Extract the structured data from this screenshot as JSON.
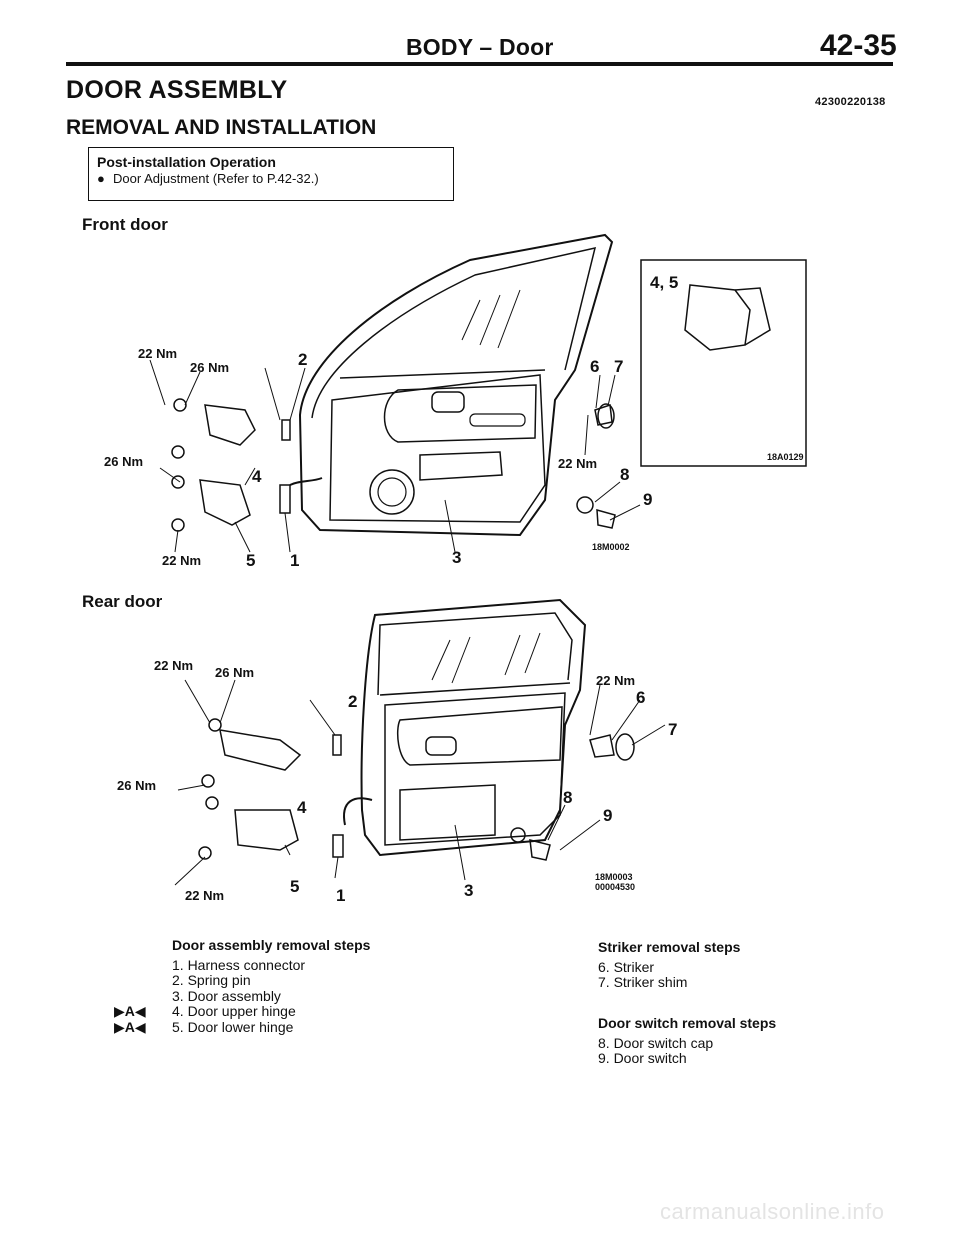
{
  "header": {
    "title": "BODY – Door",
    "page_number": "42-35"
  },
  "main": {
    "heading": "DOOR ASSEMBLY",
    "doc_code": "42300220138",
    "subheading": "REMOVAL AND INSTALLATION"
  },
  "post_installation": {
    "title": "Post-installation Operation",
    "items": [
      "Door Adjustment (Refer to P.42-32.)"
    ]
  },
  "front_door": {
    "label": "Front door",
    "torques": [
      "22 Nm",
      "26 Nm",
      "26 Nm",
      "22 Nm",
      "22 Nm"
    ],
    "callouts": [
      "2",
      "4",
      "5",
      "1",
      "3",
      "6",
      "7",
      "8",
      "9"
    ],
    "inset_callout": "4, 5",
    "inset_code": "18A0129",
    "figure_code": "18M0002"
  },
  "rear_door": {
    "label": "Rear door",
    "torques": [
      "22 Nm",
      "26 Nm",
      "26 Nm",
      "22 Nm",
      "22 Nm"
    ],
    "callouts": [
      "2",
      "4",
      "5",
      "1",
      "3",
      "6",
      "7",
      "8",
      "9"
    ],
    "figure_code_1": "18M0003",
    "figure_code_2": "00004530"
  },
  "door_assembly_steps": {
    "title": "Door assembly removal steps",
    "items": [
      {
        "text": "1. Harness connector",
        "marker": ""
      },
      {
        "text": "2. Spring pin",
        "marker": ""
      },
      {
        "text": "3. Door assembly",
        "marker": ""
      },
      {
        "text": "4. Door upper hinge",
        "marker": "▶A◀"
      },
      {
        "text": "5. Door lower hinge",
        "marker": "▶A◀"
      }
    ]
  },
  "striker_steps": {
    "title": "Striker removal steps",
    "items": [
      "6. Striker",
      "7. Striker shim"
    ]
  },
  "door_switch_steps": {
    "title": "Door switch removal steps",
    "items": [
      "8. Door switch cap",
      "9. Door switch"
    ]
  },
  "watermark": "carmanualsonline.info"
}
